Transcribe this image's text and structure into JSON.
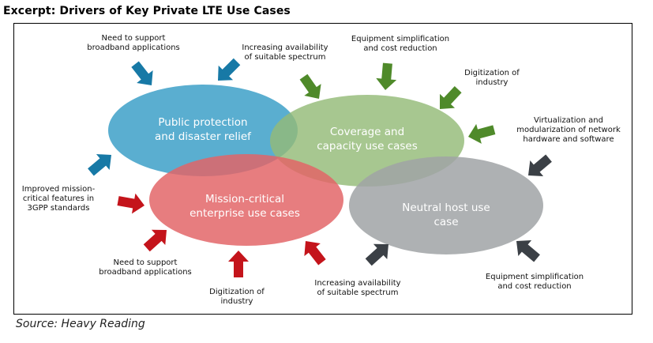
{
  "title": "Excerpt: Drivers of Key Private LTE Use Cases",
  "source": "Source: Heavy Reading",
  "colors": {
    "public": "#5aaed0",
    "coverage": "#94bb78",
    "mission": "#e26466",
    "neutral": "#a0a3a6",
    "blue_arrow": "#1779a6",
    "green_arrow": "#4f8a2a",
    "red_arrow": "#c4141b",
    "dark_arrow": "#3b4046"
  },
  "use_cases": {
    "public": {
      "line1": "Public protection",
      "line2": "and disaster relief"
    },
    "coverage": {
      "line1": "Coverage and",
      "line2": "capacity use cases"
    },
    "mission": {
      "line1": "Mission-critical",
      "line2": "enterprise use cases"
    },
    "neutral": {
      "line1": "Neutral host use",
      "line2": "case"
    }
  },
  "drivers": {
    "blue_broadband": {
      "line1": "Need to support",
      "line2": "broadband applications"
    },
    "blue_spectrum": {
      "line1": "Increasing availability",
      "line2": "of suitable spectrum"
    },
    "blue_improved": {
      "line1": "Improved mission-",
      "line2": "critical features in",
      "line3": "3GPP standards"
    },
    "green_equipment": {
      "line1": "Equipment simplification",
      "line2": "and cost reduction"
    },
    "green_digitization": {
      "line1": "Digitization of",
      "line2": "industry"
    },
    "dark_virtualization": {
      "line1": "Virtualization and",
      "line2": "modularization of network",
      "line3": "hardware and software"
    },
    "red_broadband": {
      "line1": "Need to support",
      "line2": "broadband applications"
    },
    "red_digitization": {
      "line1": "Digitization of",
      "line2": "industry"
    },
    "dark_spectrum": {
      "line1": "Increasing availability",
      "line2": "of suitable spectrum"
    },
    "dark_equipment": {
      "line1": "Equipment simplification",
      "line2": "and cost reduction"
    }
  }
}
